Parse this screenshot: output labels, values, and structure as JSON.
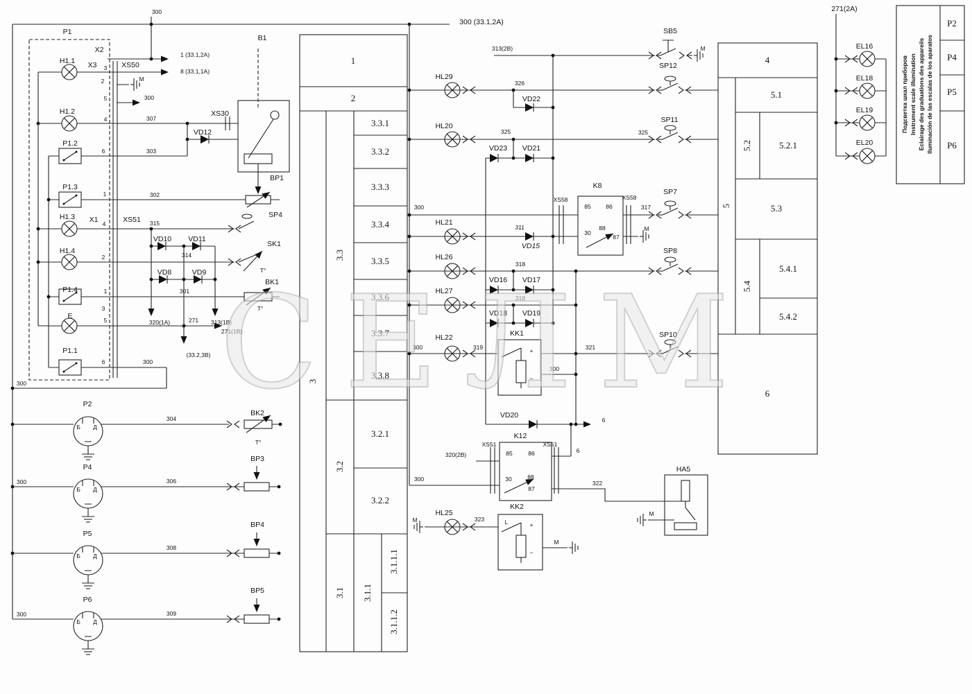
{
  "meta": {
    "watermark": "СЕЛМ"
  },
  "legend": {
    "lines": [
      "Подсветка шкал приборов",
      "Instrument scale illumination",
      "Eclairage des graduations des appareils",
      "Iluminación de las escalas de los aparatos"
    ],
    "cells": [
      "P2",
      "P4",
      "P5",
      "P6"
    ]
  },
  "labels": {
    "n300": "300",
    "n300_33": "300 (33.1,2A)",
    "n271_2a": "271(2A)",
    "p1": "P1",
    "x2": "X2",
    "x3": "X3",
    "x1": "X1",
    "xs50": "XS50",
    "xs51": "XS51",
    "xs30": "XS30",
    "xs58": "XS58",
    "a1": "1 (33.1,2A)",
    "a8": "8 (33.1,1A)",
    "h11": "H1.1",
    "h12": "H1.2",
    "h13": "H1.3",
    "h14": "H1.4",
    "e": "E",
    "p12": "P1.2",
    "p13": "P1.3",
    "p14": "P1.4",
    "p11": "P1.1",
    "b1": "B1",
    "bp1": "BP1",
    "sp4": "SP4",
    "sk1": "SK1",
    "bk1": "BK1",
    "vd8": "VD8",
    "vd9": "VD9",
    "vd10": "VD10",
    "vd11": "VD11",
    "vd12": "VD12",
    "n307": "307",
    "n303": "303",
    "n302": "302",
    "n315": "315",
    "n314": "314",
    "n301": "301",
    "n320_1a": "320(1A)",
    "n271": "271",
    "n313_1b": "313(1B)",
    "n271_1b": "271(1B)",
    "n33_2": "(33.2,3B)",
    "pn1": "1",
    "pn2": "2",
    "pn3": "3",
    "pn4": "4",
    "pn5": "5",
    "pn6": "6",
    "m": "M",
    "t_deg": "T°",
    "b": "Б",
    "d": "Д",
    "p2": "P2",
    "p4": "P4",
    "p5": "P5",
    "p6": "P6",
    "n304": "304",
    "n306": "306",
    "n308": "308",
    "n309": "309",
    "bk2": "BK2",
    "bp3": "BP3",
    "bp4": "BP4",
    "bp5": "BP5",
    "t1": "1",
    "t2": "2",
    "t331": "3.3.1",
    "t332": "3.3.2",
    "t333": "3.3.3",
    "t334": "3.3.4",
    "t335": "3.3.5",
    "t336": "3.3.6",
    "t337": "3.3.7",
    "t338": "3.3.8",
    "t33": "3.3",
    "t3": "3",
    "t321": "3.2.1",
    "t32": "3.2",
    "t322": "3.2.2",
    "t31": "3.1",
    "t311": "3.1.1",
    "t3111": "3.1.1.1",
    "t3112": "3.1.1.2",
    "sb5": "SB5",
    "sp12": "SP12",
    "sp11": "SP11",
    "sp7": "SP7",
    "sp8": "SP8",
    "sp10": "SP10",
    "n313_2b": "313(2B)",
    "n326": "326",
    "n325": "325",
    "n317": "317",
    "n318": "318",
    "n319": "319",
    "n321": "321",
    "n322": "322",
    "n323": "323",
    "n311": "311",
    "n320_2b": "320(2B)",
    "n6": "6",
    "hl29": "HL29",
    "hl20": "HL20",
    "hl21": "HL21",
    "hl26": "HL26",
    "hl27": "HL27",
    "hl22": "HL22",
    "hl25": "HL25",
    "vd22": "VD22",
    "vd23": "VD23",
    "vd21": "VD21",
    "vd15": "VD15",
    "vd16": "VD16",
    "vd17": "VD17",
    "vd18": "VD18",
    "vd19": "VD19",
    "vd20": "VD20",
    "k8": "K8",
    "k12": "K12",
    "kk1": "KK1",
    "kk2": "KK2",
    "ha5": "HA5",
    "p85": "85",
    "p86": "86",
    "p30": "30",
    "p88": "88",
    "p87": "87",
    "plus": "+",
    "minus": "−",
    "lmark": "L",
    "rt4": "4",
    "rt51": "5.1",
    "rt52": "5.2",
    "rt521": "5.2.1",
    "rt5": "5",
    "rt53": "5.3",
    "rt54": "5.4",
    "rt541": "5.4.1",
    "rt542": "5.4.2",
    "rt6": "6",
    "el16": "EL16",
    "el18": "EL18",
    "el19": "EL19",
    "el20": "EL20"
  }
}
